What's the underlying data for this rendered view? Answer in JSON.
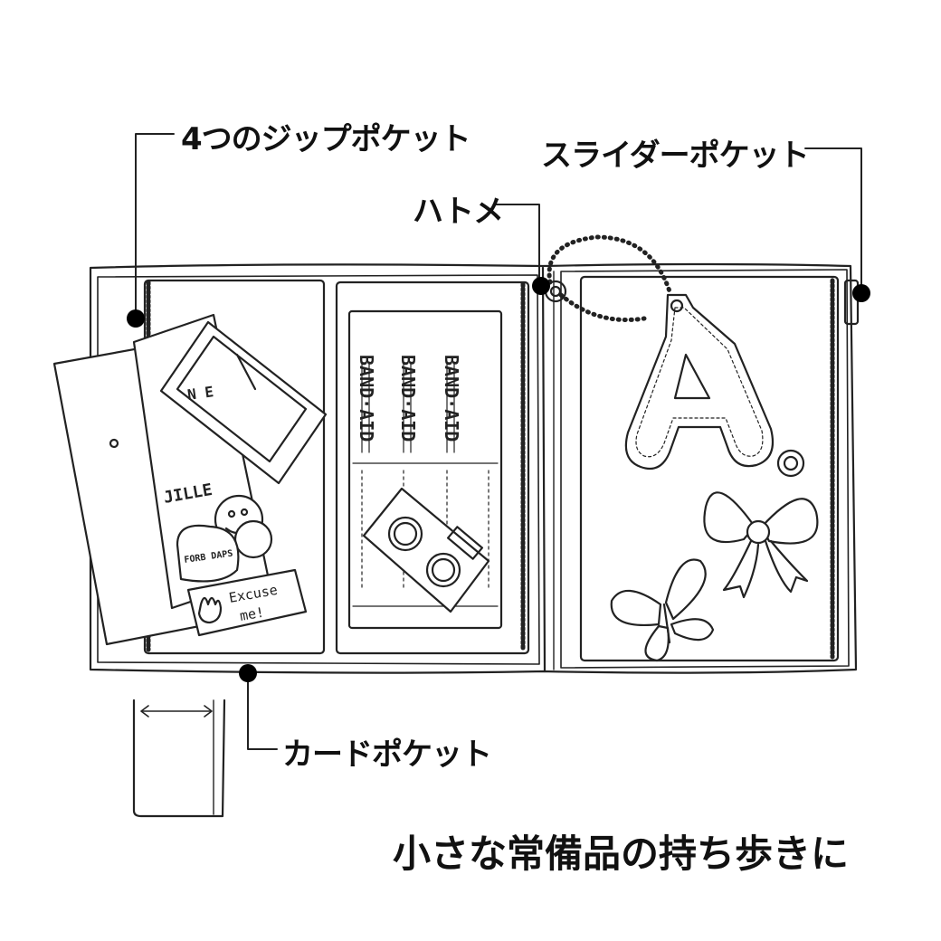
{
  "callouts": {
    "zip_pockets": "4つのジップポケット",
    "slider_pocket": "スライダーポケット",
    "eyelet": "ハトメ",
    "card_pocket": "カードポケット"
  },
  "tagline": "小さな常備品の持ち歩きに",
  "illustration": {
    "bandage_brand": "BAND·AID",
    "note_text": [
      "Excuse",
      "me!"
    ],
    "sticker_text": "FORB DAPS",
    "partial_text_1": "N E",
    "partial_text_2": "JILLE",
    "charm_letter": "A"
  }
}
